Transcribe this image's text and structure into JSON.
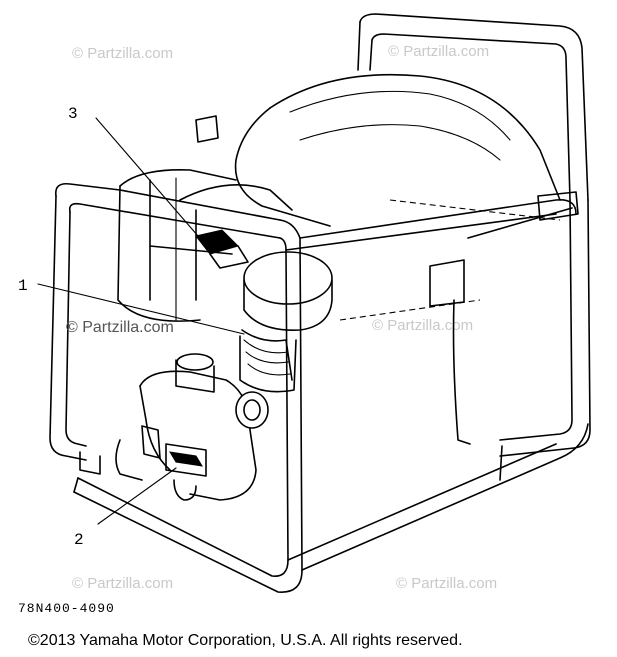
{
  "watermarks": {
    "top_left": "© Partzilla.com",
    "top_right": "© Partzilla.com",
    "middle_left": "© Partzilla.com",
    "middle_right": "© Partzilla.com",
    "bottom_left": "© Partzilla.com",
    "bottom_right": "© Partzilla.com"
  },
  "callouts": {
    "one": "1",
    "two": "2",
    "three": "3"
  },
  "part_number": "78N400-4090",
  "copyright": "©2013  Yamaha Motor Corporation, U.S.A. All rights reserved.",
  "colors": {
    "line": "#000000",
    "watermark": "#c9c9c9",
    "background": "#ffffff"
  }
}
